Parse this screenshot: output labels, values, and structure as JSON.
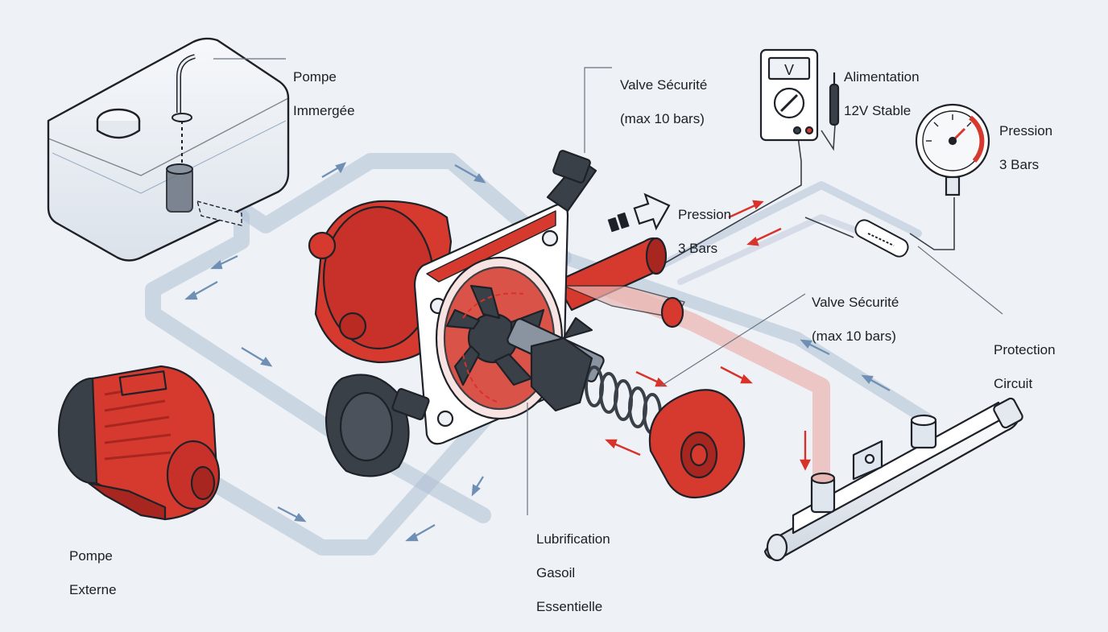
{
  "labels": {
    "pompe_immergee": [
      "Pompe",
      "Immergée"
    ],
    "valve_top": [
      "Valve Sécurité",
      "(max 10 bars)"
    ],
    "alimentation": [
      "Alimentation",
      "12V Stable"
    ],
    "pression_gauge": [
      "Pression",
      "3 Bars"
    ],
    "pression_arrow": [
      "Pression",
      "3 Bars"
    ],
    "valve_mid": [
      "Valve Sécurité",
      "(max 10 bars)"
    ],
    "protection": [
      "Protection",
      "Circuit"
    ],
    "lubrification": [
      "Lubrification",
      "Gasoil",
      "Essentielle"
    ],
    "pompe_externe": [
      "Pompe",
      "Externe"
    ]
  },
  "multimeter": {
    "display": "V"
  },
  "colors": {
    "pump_red": "#d63a2f",
    "dark_red": "#a82620",
    "gear_dark": "#3a4048",
    "pipe_blue": "#c9d6e6",
    "flow_blue": "#6f8fb5",
    "flow_red": "#d8322a",
    "outline": "#1e2228",
    "background": "#eef1f6"
  }
}
